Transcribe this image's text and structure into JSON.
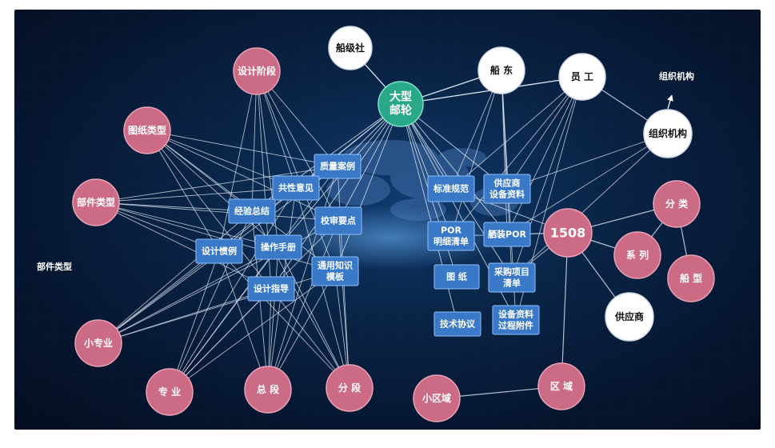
{
  "center": {
    "label_line1": "大型",
    "label_line2": "邮轮"
  },
  "white_nodes": {
    "classification_society": "船级社",
    "shipowner": "船 东",
    "employee": "员 工",
    "organization": "组织机构",
    "supplier": "供应商"
  },
  "pink_nodes": {
    "design_stage": "设计阶段",
    "drawing_type": "图纸类型",
    "component_type": "部件类型",
    "sub_discipline": "小专业",
    "discipline": "专 业",
    "main_section": "总 段",
    "section": "分 段",
    "small_zone": "小区域",
    "zone": "区 域",
    "project_1508": "1508",
    "category": "分 类",
    "series": "系 列",
    "ship_type": "船 型"
  },
  "blue_boxes": {
    "quality_cases": "质量案例",
    "common_opinions": "共性意见",
    "experience_summary": "经验总结",
    "review_points": "校审要点",
    "design_examples": "设计惯例",
    "operation_manual": "操作手册",
    "general_knowledge_line1": "通用知识",
    "general_knowledge_line2": "模板",
    "design_guide": "设计指导",
    "standards": "标准规范",
    "supplier_docs_line1": "供应商",
    "supplier_docs_line2": "设备资料",
    "por_list_line1": "POR",
    "por_list_line2": "明细清单",
    "outfitting_por": "舾装POR",
    "drawings": "图 纸",
    "procurement_list_line1": "采购项目",
    "procurement_list_line2": "清单",
    "tech_agreement": "技术协议",
    "equipment_docs_line1": "设备资料",
    "equipment_docs_line2": "过程附件"
  },
  "free_labels": {
    "organization_top": "组织机构",
    "component_type_left": "部件类型"
  },
  "colors": {
    "pink": "#cc6b86",
    "white": "#ffffff",
    "teal": "#2aa88a",
    "blue_box": "#3a79c8",
    "blue_box_border": "#8fc0ff",
    "line": "#dfe8f5"
  }
}
